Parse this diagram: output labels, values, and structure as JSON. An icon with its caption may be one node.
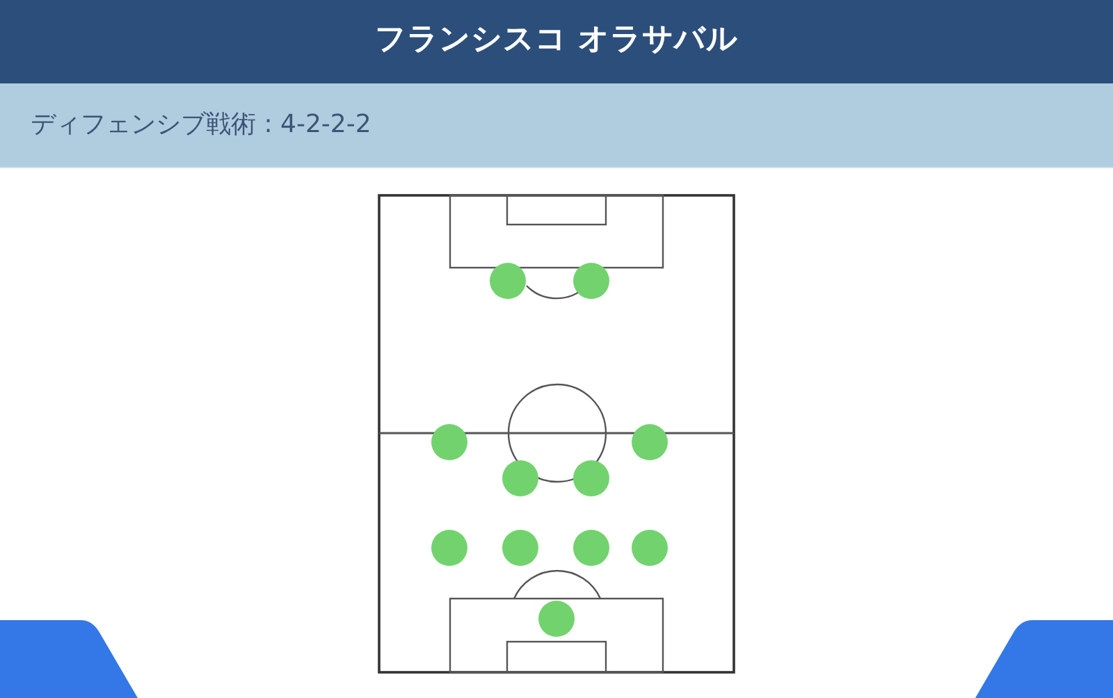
{
  "diagram": {
    "title": "フランシスコ オラサバル",
    "labels": [
      "ディフェンシブ戦術 : 4-2-2-2"
    ],
    "nodes": [
      {
        "text": [],
        "shape": "circle"
      },
      {
        "text": [],
        "shape": "circle"
      },
      {
        "text": [],
        "shape": "circle"
      },
      {
        "text": [],
        "shape": "circle"
      },
      {
        "text": [],
        "shape": "circle"
      },
      {
        "text": [],
        "shape": "circle"
      },
      {
        "text": [],
        "shape": "circle"
      },
      {
        "text": [],
        "shape": "circle"
      },
      {
        "text": [],
        "shape": "circle"
      },
      {
        "text": [],
        "shape": "circle"
      },
      {
        "text": [],
        "shape": "circle"
      }
    ]
  }
}
